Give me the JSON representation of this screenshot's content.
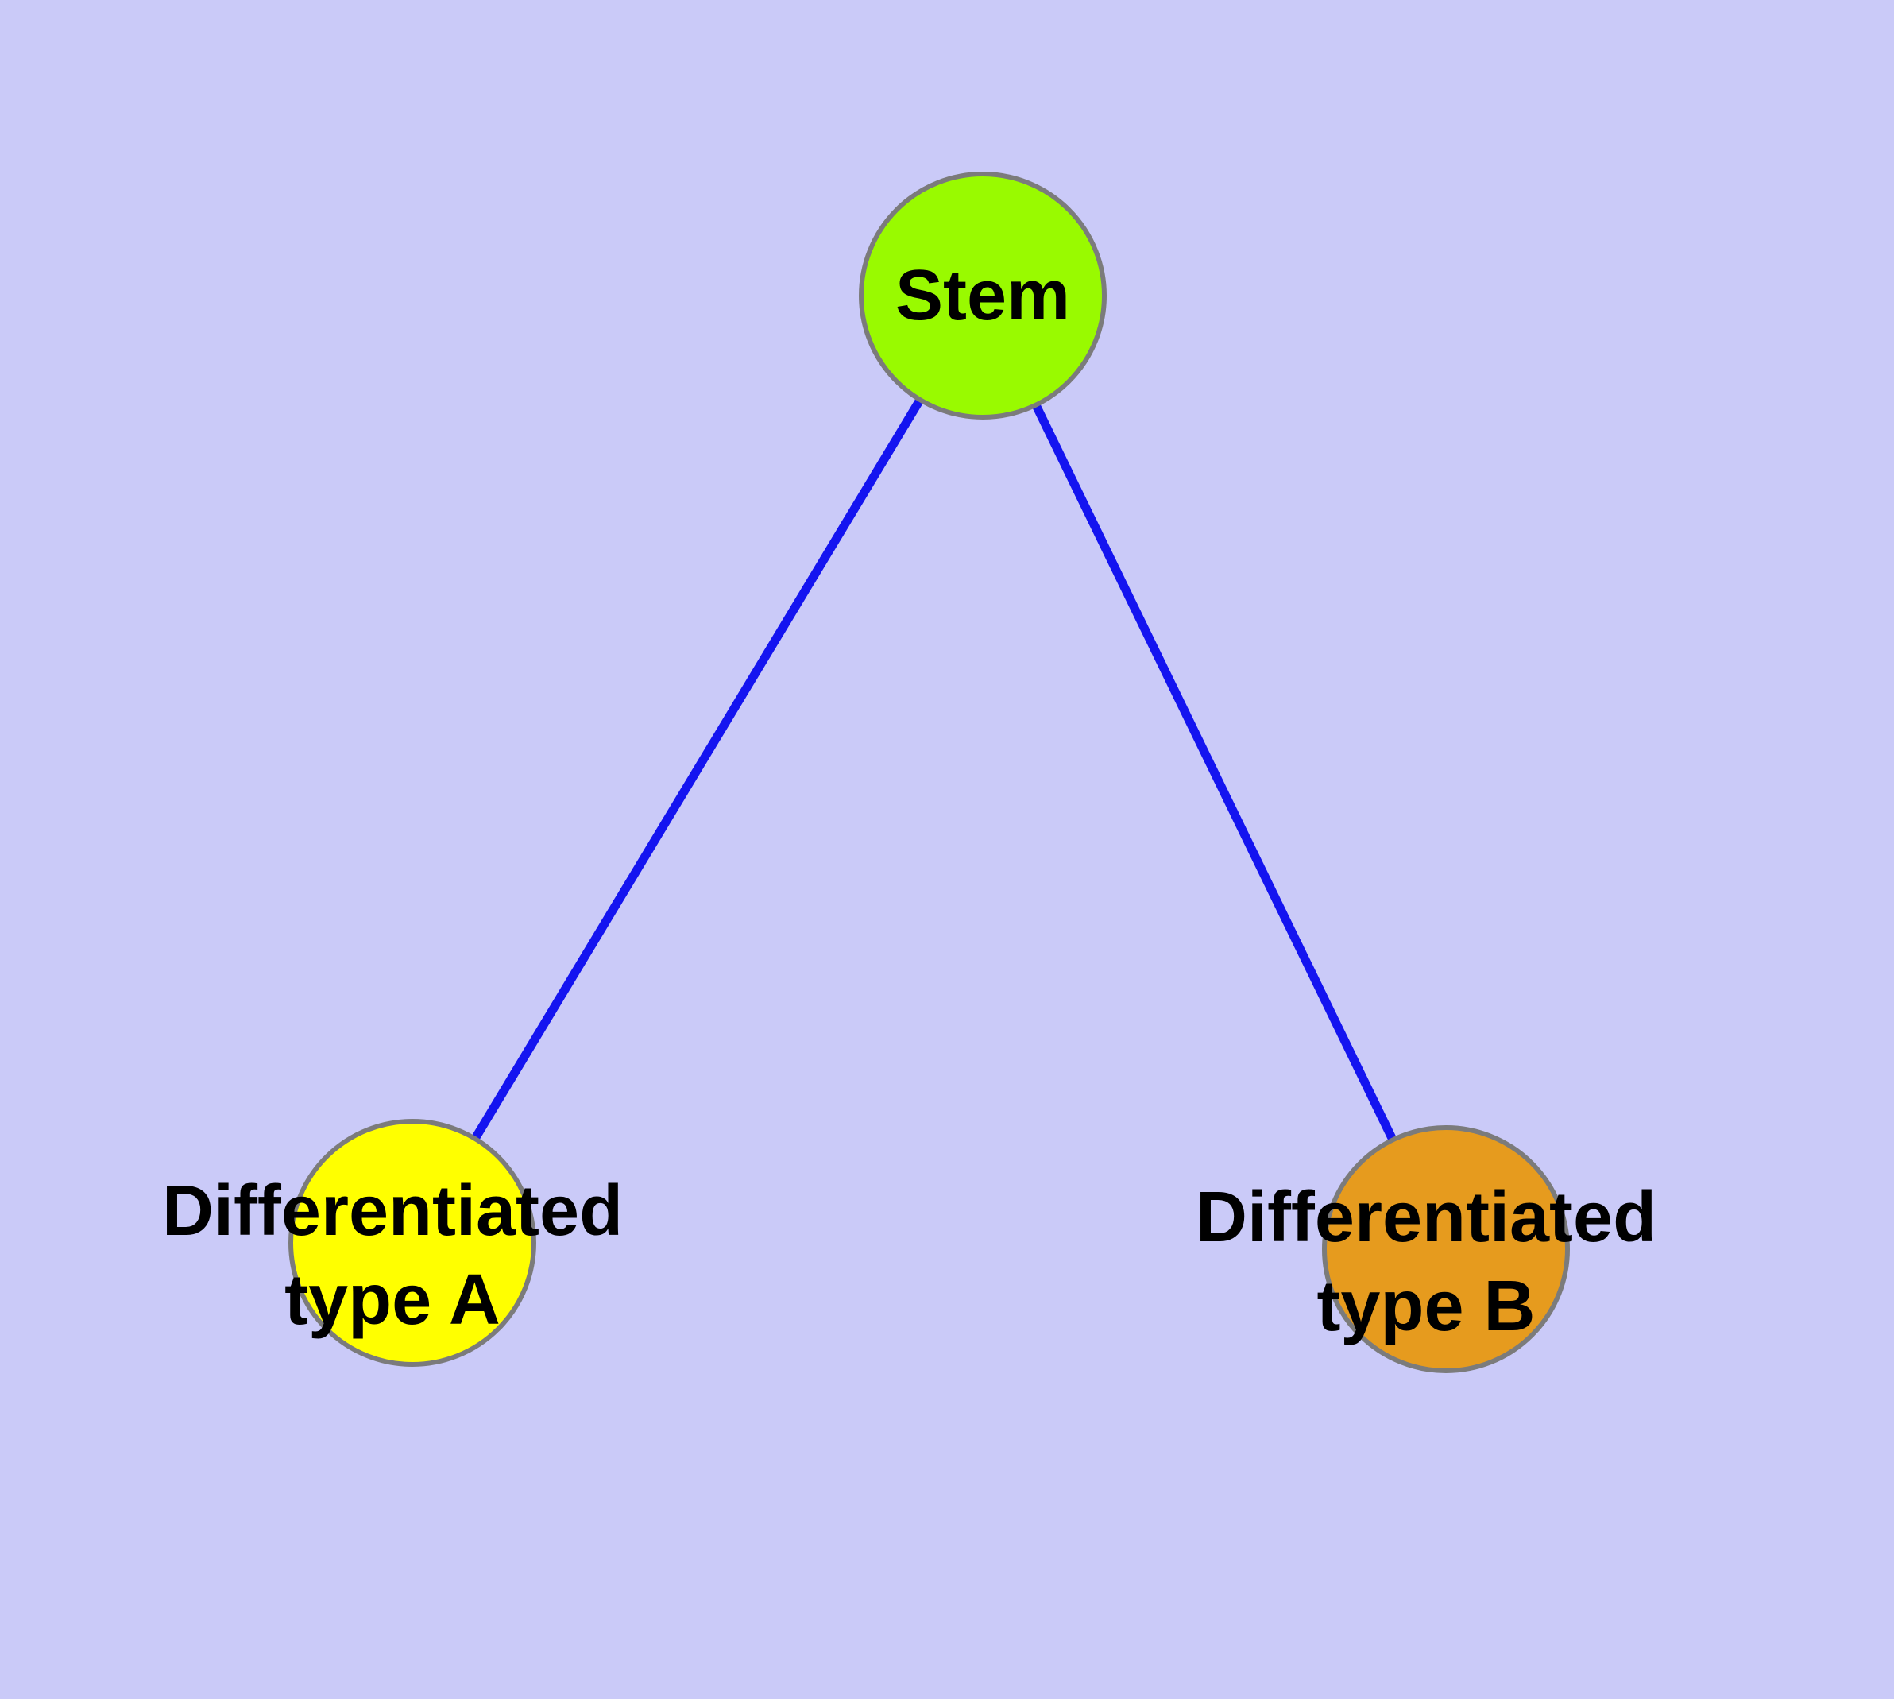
{
  "figure": {
    "type": "node-link-diagram",
    "background_color": "#CACAF8",
    "edge_color": "#1414F0",
    "node_border_color": "#7B7B7B",
    "label_color": "#000000",
    "nodes": [
      {
        "id": "stem",
        "label": "Stem",
        "lines": [
          "Stem"
        ],
        "fill": "#99FA00"
      },
      {
        "id": "differentiated-type-a",
        "label": "Differentiated type A",
        "lines": [
          "Differentiated",
          "type A"
        ],
        "fill": "#FFFF00"
      },
      {
        "id": "differentiated-type-b",
        "label": "Differentiated type B",
        "lines": [
          "Differentiated",
          "type B"
        ],
        "fill": "#E69B1E"
      }
    ],
    "edges": [
      {
        "from": "Stem",
        "to": "Differentiated type A"
      },
      {
        "from": "Stem",
        "to": "Differentiated type B"
      }
    ]
  }
}
